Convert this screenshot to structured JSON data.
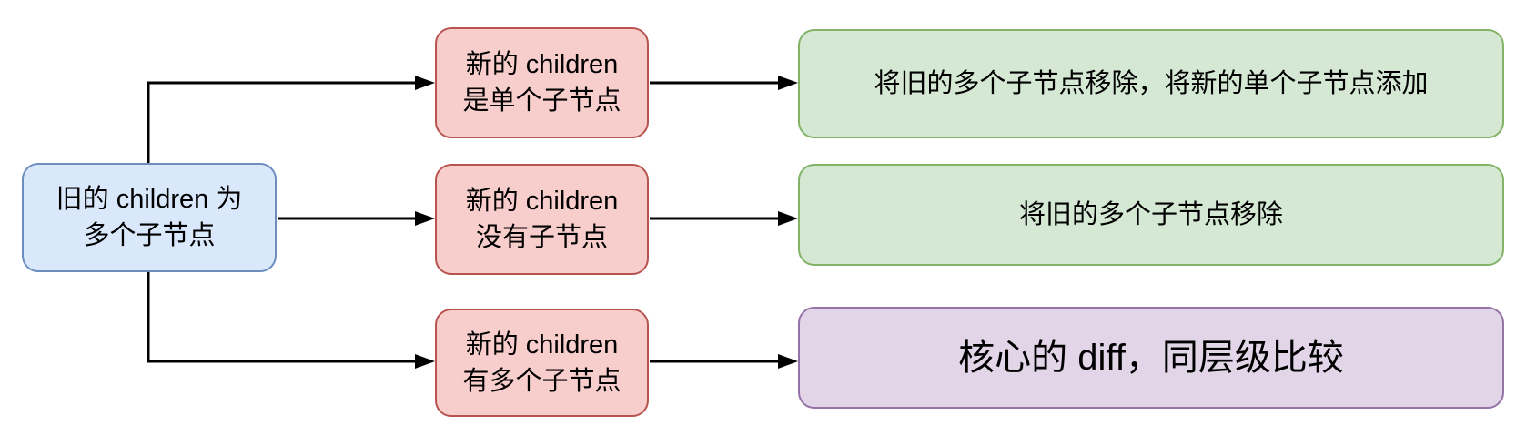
{
  "diagram": {
    "root_node": {
      "line1": "旧的 children 为",
      "line2": "多个子节点"
    },
    "case_nodes": [
      {
        "line1": "新的 children",
        "line2": "是单个子节点"
      },
      {
        "line1": "新的 children",
        "line2": "没有子节点"
      },
      {
        "line1": "新的 children",
        "line2": "有多个子节点"
      }
    ],
    "result_nodes": [
      {
        "label": "将旧的多个子节点移除，将新的单个子节点添加"
      },
      {
        "label": "将旧的多个子节点移除"
      },
      {
        "label": "核心的 diff，同层级比较"
      }
    ],
    "colors": {
      "root_fill": "#dae8fc",
      "root_stroke": "#6c8ebf",
      "case_fill": "#f8cecc",
      "case_stroke": "#b85450",
      "result_fill": "#d5e8d4",
      "result_stroke": "#82b366",
      "highlight_fill": "#e1d5e7",
      "highlight_stroke": "#9673a6",
      "connector": "#000000",
      "text": "#000000",
      "background": "#ffffff"
    }
  }
}
